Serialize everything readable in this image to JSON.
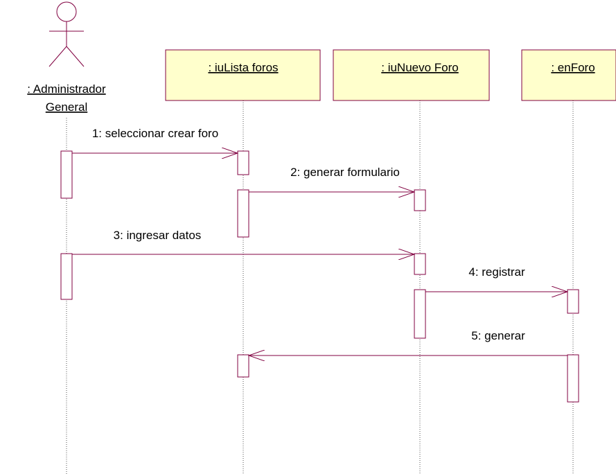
{
  "diagram": {
    "actor": {
      "label_line1": ": Administrador",
      "label_line2": "General",
      "icon": "stick-figure-actor-icon"
    },
    "objects": [
      {
        "label": ": iuLista foros"
      },
      {
        "label": ": iuNuevo Foro"
      },
      {
        "label": ": enForo"
      }
    ],
    "messages": [
      {
        "label": "1: seleccionar crear foro"
      },
      {
        "label": "2: generar formulario"
      },
      {
        "label": "3: ingresar datos"
      },
      {
        "label": "4: registrar"
      },
      {
        "label": "5: generar"
      }
    ],
    "colors": {
      "object_fill": "#ffffcc",
      "line_color": "#800040",
      "lifeline_color": "#555555"
    }
  }
}
